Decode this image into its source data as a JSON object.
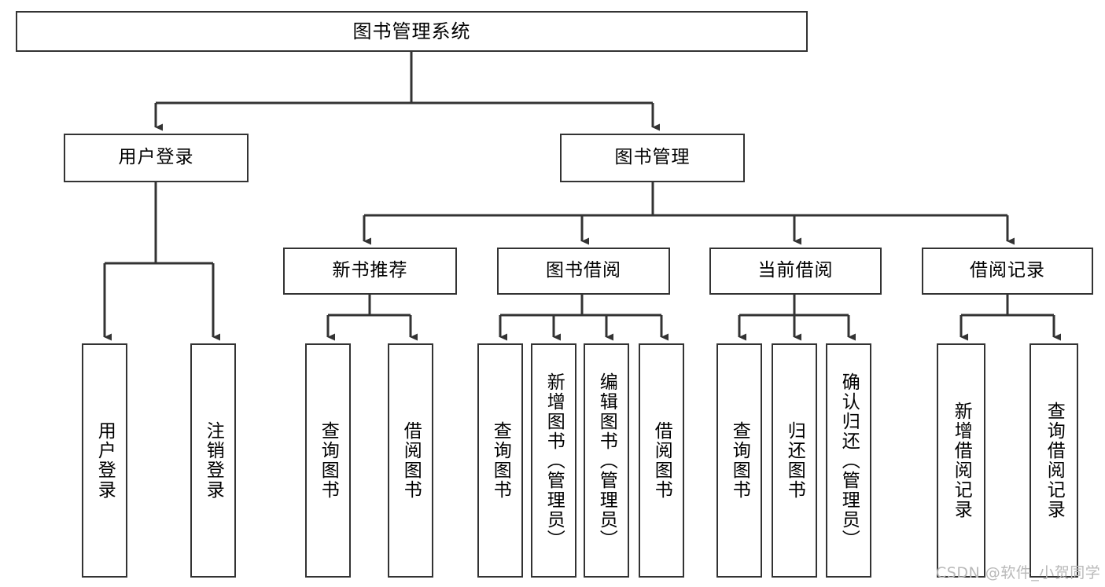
{
  "diagram": {
    "title": "图书管理系统",
    "type": "tree-structure-chart",
    "watermark": "CSDN @软件_小贺同学",
    "accent_colors": {
      "box_border": "#333333",
      "box_fill": "#ffffff",
      "edge": "#333333",
      "text": "#000000",
      "watermark": "#b9b9b9"
    },
    "nodes": {
      "root": {
        "label": "图书管理系统"
      },
      "level2": [
        {
          "id": "user-login",
          "label": "用户登录"
        },
        {
          "id": "book-management",
          "label": "图书管理"
        }
      ],
      "level3": [
        {
          "id": "new-book-recommend",
          "label": "新书推荐"
        },
        {
          "id": "book-borrow",
          "label": "图书借阅"
        },
        {
          "id": "current-borrow",
          "label": "当前借阅"
        },
        {
          "id": "borrow-record",
          "label": "借阅记录"
        }
      ],
      "leaves": {
        "user-login": [
          {
            "id": "leaf-user-login",
            "label": "用户登录"
          },
          {
            "id": "leaf-logout-login",
            "label": "注销登录"
          }
        ],
        "new-book-recommend": [
          {
            "id": "leaf-query-book-1",
            "label": "查询图书"
          },
          {
            "id": "leaf-borrow-book-1",
            "label": "借阅图书"
          }
        ],
        "book-borrow": [
          {
            "id": "leaf-query-book-2",
            "label": "查询图书"
          },
          {
            "id": "leaf-add-book",
            "label": "新增图书（管理员）"
          },
          {
            "id": "leaf-edit-book",
            "label": "编辑图书（管理员）"
          },
          {
            "id": "leaf-borrow-book-2",
            "label": "借阅图书"
          }
        ],
        "current-borrow": [
          {
            "id": "leaf-query-book-3",
            "label": "查询图书"
          },
          {
            "id": "leaf-return-book",
            "label": "归还图书"
          },
          {
            "id": "leaf-confirm-return",
            "label": "确认归还（管理员）"
          }
        ],
        "borrow-record": [
          {
            "id": "leaf-add-record",
            "label": "新增借阅记录"
          },
          {
            "id": "leaf-query-record",
            "label": "查询借阅记录"
          }
        ]
      }
    }
  }
}
